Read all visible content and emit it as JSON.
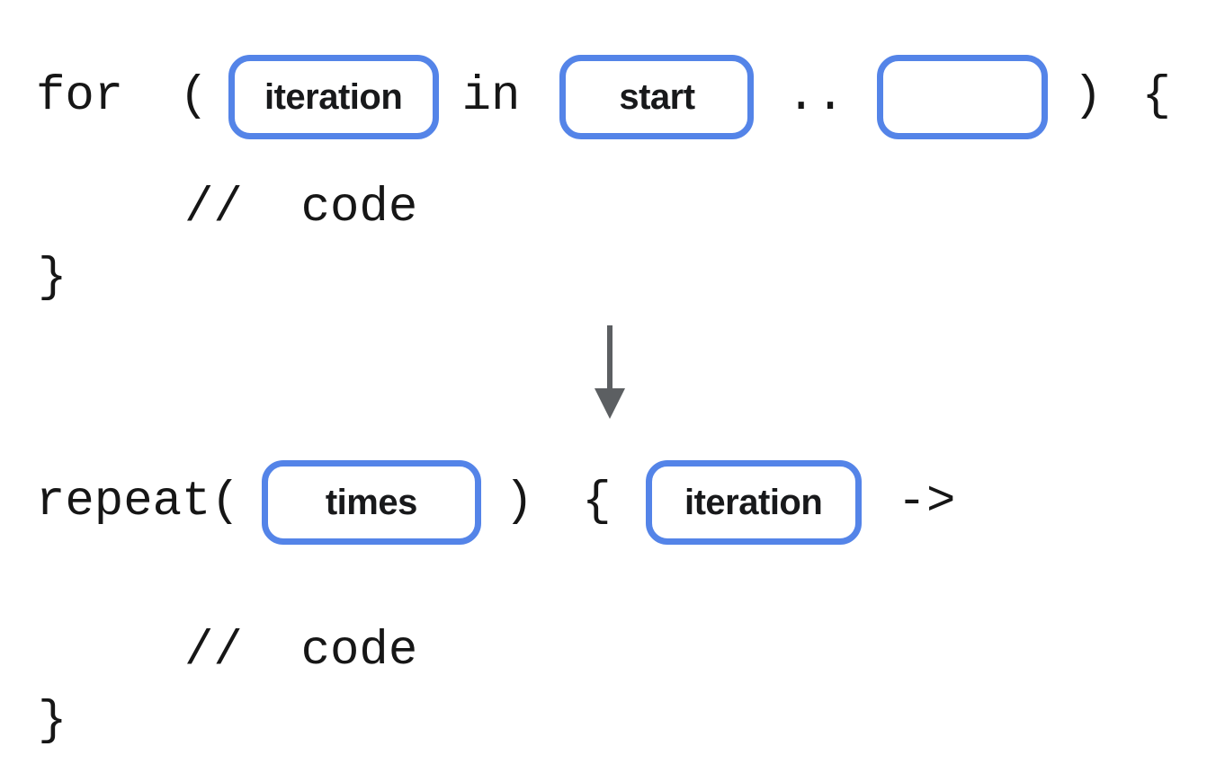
{
  "colors": {
    "background": "#ffffff",
    "slot_border_blue": "#5484e8",
    "code_text": "#161616",
    "arrow_gray": "#5c5f62"
  },
  "before_block": {
    "kw_for": "for",
    "paren_open": "(",
    "slot_iteration": "iteration",
    "kw_in": "in",
    "slot_start": "start",
    "range_operator": "..",
    "paren_close": ")",
    "brace_open": "{",
    "comment": "//  code",
    "brace_close": "}"
  },
  "arrow": {
    "icon": "down-arrow"
  },
  "after_block": {
    "kw_repeat_open": "repeat(",
    "slot_times": "times",
    "paren_close": ")",
    "brace_open": "{",
    "slot_iteration": "iteration",
    "lambda_operator": "->",
    "comment": "//  code",
    "brace_close": "}"
  }
}
